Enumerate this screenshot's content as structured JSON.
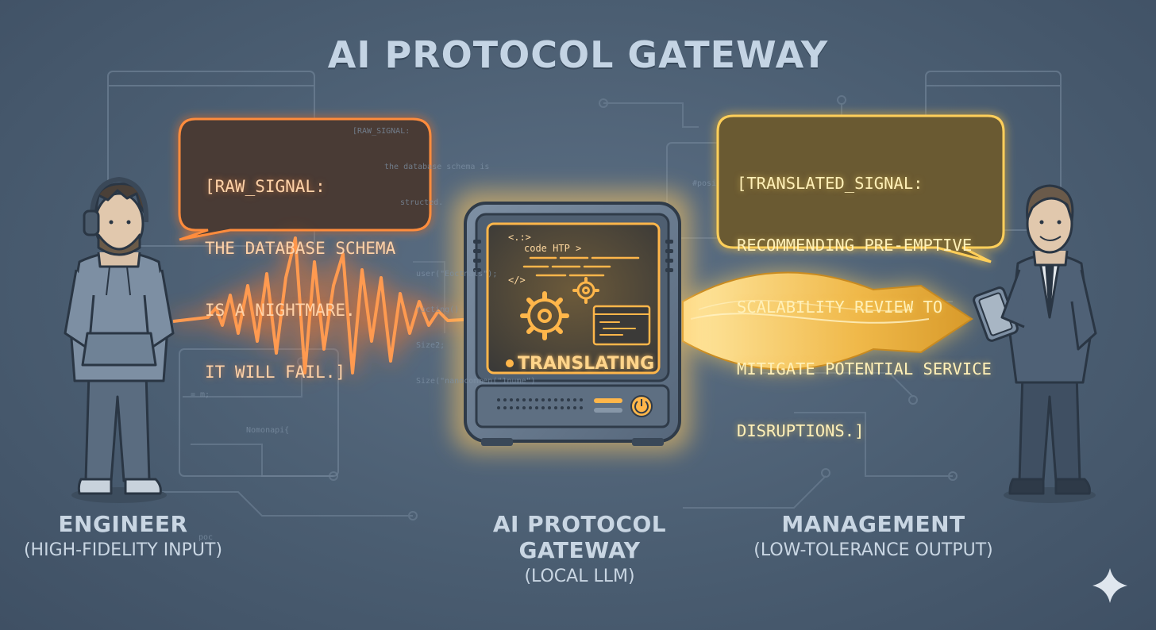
{
  "title": "AI PROTOCOL GATEWAY",
  "bubbles": {
    "raw": [
      "[RAW_SIGNAL:",
      "THE DATABASE SCHEMA",
      "IS A NIGHTMARE.",
      "IT WILL FAIL.]"
    ],
    "translated": [
      "[TRANSLATED_SIGNAL:",
      "RECOMMENDING PRE-EMPTIVE",
      "SCALABILITY REVIEW TO",
      "MITIGATE POTENTIAL SERVICE",
      "DISRUPTIONS.]"
    ]
  },
  "gateway_screen": {
    "tag_open": "<.:>",
    "code_line": "code  HTP >",
    "tag_close": "</>",
    "status": "TRANSLATING"
  },
  "captions": {
    "engineer": {
      "main": "ENGINEER",
      "sub": "(HIGH-FIDELITY INPUT)"
    },
    "gateway": {
      "main": "AI PROTOCOL GATEWAY",
      "sub": "(LOCAL LLM)"
    },
    "management": {
      "main": "MANAGEMENT",
      "sub": "(LOW-TOLERANCE OUTPUT)"
    }
  },
  "background_code": {
    "raw_signal": "[RAW_SIGNAL:",
    "schema_line": "the database schema is",
    "line2": "structed.",
    "line3": "user(\"Eoctnals\");",
    "line4": "racting()",
    "line5": "Size2;",
    "line6": "Size(\"nanocommen(\"1nume\")",
    "left_code1": "= m;",
    "left_code2": "Nomonapi{",
    "left_code3": "poc",
    "right_code": "#posi"
  },
  "colors": {
    "background": "#4b5e72",
    "raw_orange": "#ff8c3c",
    "translated_gold": "#ffc84a",
    "caption": "#c9d6e3"
  },
  "icons": [
    "headphones-icon",
    "gear-icon",
    "power-icon",
    "sparkle-icon",
    "tablet-icon"
  ]
}
